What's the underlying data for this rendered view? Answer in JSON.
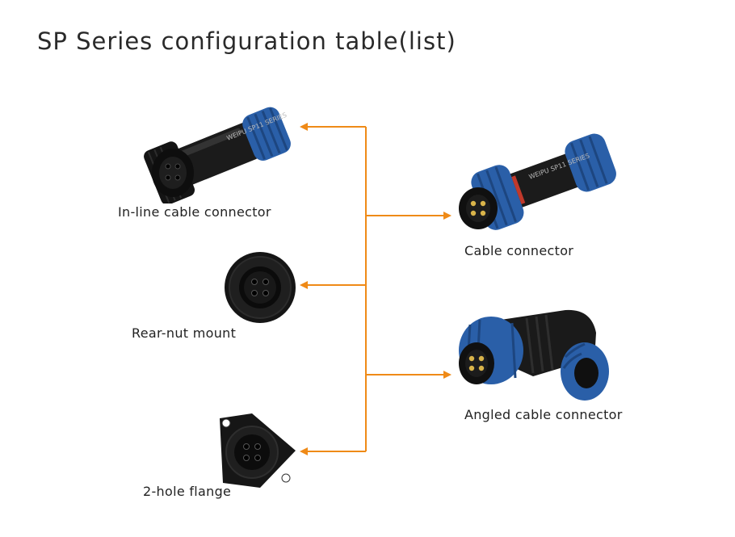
{
  "title": "SP Series configuration table(list)",
  "colors": {
    "arrow": "#ef8a17",
    "connector_blue": "#2a5fa8",
    "connector_black": "#1b1b1b"
  },
  "products": {
    "inline_cable_connector": {
      "label": "In-line cable connector",
      "body_text": "WEIPU SP11 SERIES"
    },
    "rear_nut_mount": {
      "label": "Rear-nut mount"
    },
    "two_hole_flange": {
      "label": "2-hole flange"
    },
    "cable_connector": {
      "label": "Cable connector",
      "body_text": "WEIPU SP11 SERIES"
    },
    "angled_cable_connector": {
      "label": "Angled cable connector"
    }
  }
}
